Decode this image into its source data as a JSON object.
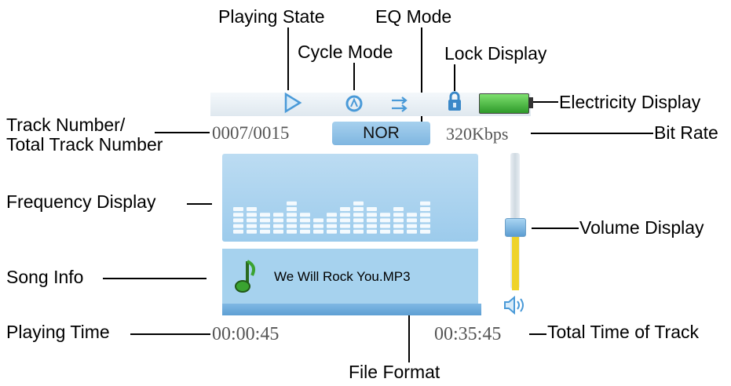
{
  "labels": {
    "playing_state": "Playing State",
    "eq_mode": "EQ Mode",
    "cycle_mode": "Cycle Mode",
    "lock_display": "Lock Display",
    "electricity_display": "Electricity Display",
    "track_number_line1": "Track Number/",
    "track_number_line2": "Total Track Number",
    "bit_rate": "Bit Rate",
    "frequency_display": "Frequency Display",
    "volume_display": "Volume Display",
    "song_info": "Song Info",
    "playing_time": "Playing Time",
    "total_time_of_track": "Total Time of Track",
    "file_format": "File Format"
  },
  "screen": {
    "track_counter": "0007/0015",
    "eq_value": "NOR",
    "bitrate_value": "320Kbps",
    "song_title": "We Will Rock You.MP3",
    "elapsed_time": "00:00:45",
    "total_time": "00:35:45",
    "volume_level": 0.4,
    "battery_level": 1.0,
    "icons": [
      "play-icon",
      "cycle-mode-icon",
      "shuffle-icon",
      "lock-icon",
      "battery-icon",
      "music-note-icon",
      "speaker-icon"
    ],
    "colors": {
      "panel_blue": "#a6d2ee",
      "battery_green": "#3fb53a",
      "volume_yellow": "#efd32a",
      "icon_blue": "#4a9ad8"
    }
  },
  "equalizer_bars": [
    5,
    5,
    4,
    4,
    6,
    4,
    3,
    4,
    5,
    6,
    5,
    4,
    5,
    4,
    6
  ]
}
